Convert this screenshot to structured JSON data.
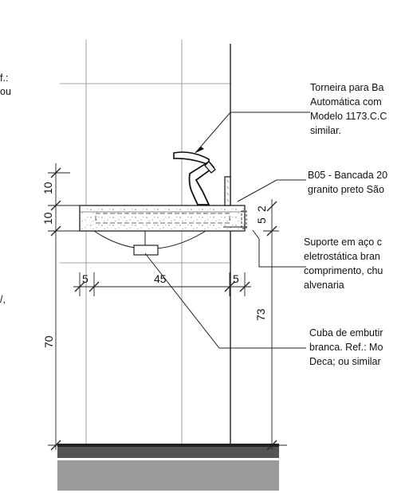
{
  "left_fragments": [
    "f.:",
    "ou",
    "/,"
  ],
  "notes": {
    "faucet": [
      "Torneira para Ba",
      "Automática com",
      "Modelo 1173.C.C",
      "similar."
    ],
    "countertop": [
      "B05 - Bancada 20",
      "granito preto São"
    ],
    "bracket": [
      "Suporte em aço c",
      "eletrostática bran",
      "comprimento, chu",
      "alvenaria"
    ],
    "basin": [
      "Cuba de embutir",
      "branca. Ref.: Mo",
      "Deca; ou similar"
    ]
  },
  "dimensions": {
    "top_10": "10",
    "slab_10": "10",
    "height_70": "70",
    "height_73": "73",
    "left_5": "5",
    "width_45": "45",
    "right_5": "5",
    "edge_5": "5",
    "edge_2": "2"
  }
}
